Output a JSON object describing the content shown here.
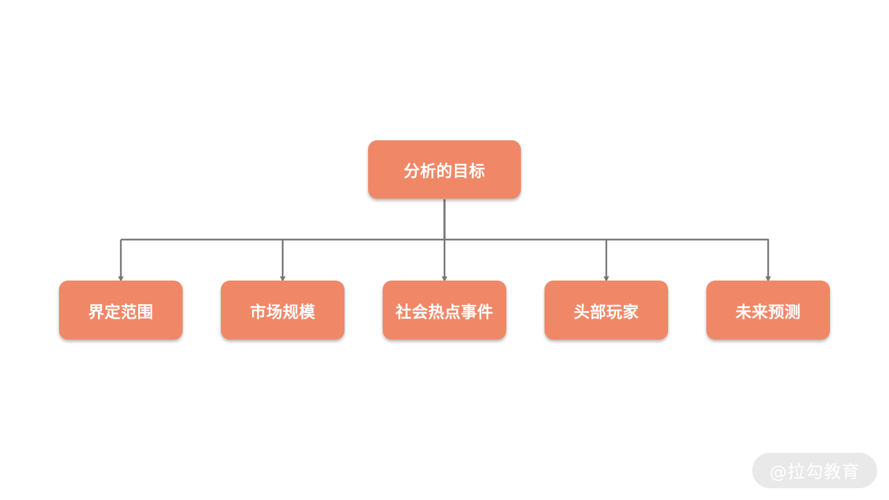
{
  "diagram": {
    "root": {
      "label": "分析的目标"
    },
    "children": [
      {
        "label": "界定范围"
      },
      {
        "label": "市场规模"
      },
      {
        "label": "社会热点事件"
      },
      {
        "label": "头部玩家"
      },
      {
        "label": "未来预测"
      }
    ]
  },
  "watermark": {
    "text": "@拉勾教育"
  },
  "colors": {
    "node_fill": "#f08868",
    "node_text": "#ffffff",
    "connector": "#777777",
    "watermark_bg": "#e9e9e9"
  }
}
